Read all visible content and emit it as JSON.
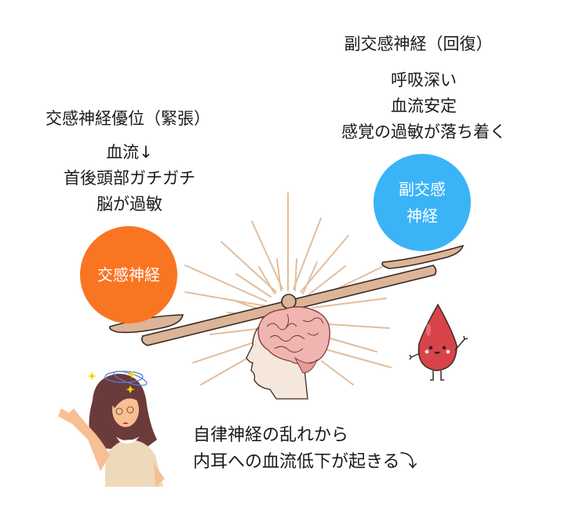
{
  "parasympathetic": {
    "heading": "副交感神経（回復）",
    "lines": [
      "呼吸深い",
      "血流安定",
      "感覚の過敏が落ち着く"
    ],
    "circle": {
      "line1": "副交感",
      "line2": "神経",
      "color": "#3bb3f7"
    }
  },
  "sympathetic": {
    "heading": "交感神経優位（緊張）",
    "lines": [
      "血流↓",
      "首後頭部ガチガチ",
      "脳が過敏"
    ],
    "circle": {
      "label": "交感神経",
      "color": "#fa7522"
    }
  },
  "caption": {
    "line1": "自律神経の乱れから",
    "line2": "内耳への血流低下が起きる⤵"
  },
  "illustrations": {
    "scale": "balance-scale tilted toward sympathetic side",
    "brain": "human head profile with brain",
    "blood_drop": "smiling blood drop character",
    "woman": "dizzy woman with spinning halo"
  },
  "colors": {
    "beam": "#dcb497",
    "outline": "#3a2a22",
    "rays": "#e3bd9c",
    "drop": "#d9434a"
  }
}
